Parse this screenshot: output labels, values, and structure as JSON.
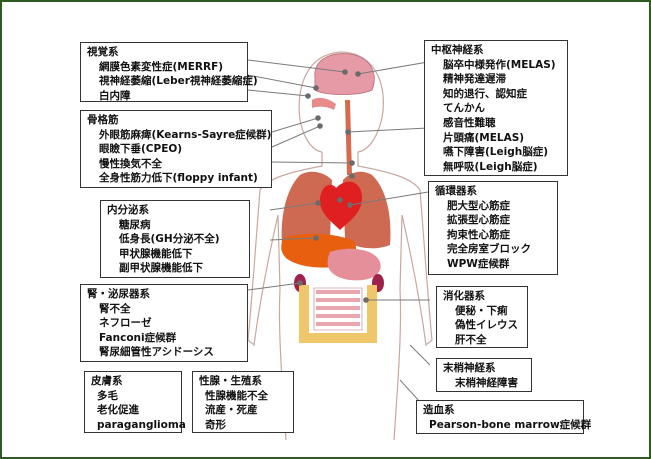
{
  "boxes": {
    "vision": {
      "heading": "視覚系",
      "items": [
        "網膜色素変性症(MERRF)",
        "視神経萎縮(Leber視神経萎縮症)",
        "白内障"
      ]
    },
    "skeletal_muscle": {
      "heading": "骨格筋",
      "items": [
        "外眼筋麻痺(Kearns-Sayre症候群)",
        "眼瞼下垂(CPEO)",
        "慢性換気不全",
        "全身性筋力低下(floppy infant)"
      ]
    },
    "endocrine": {
      "heading": "内分泌系",
      "items": [
        "糖尿病",
        "低身長(GH分泌不全)",
        "甲状腺機能低下",
        "副甲状腺機能低下"
      ]
    },
    "renal": {
      "heading": "腎・泌尿器系",
      "items": [
        "腎不全",
        "ネフローゼ",
        "Fanconi症候群",
        "腎尿細管性アシドーシス"
      ]
    },
    "skin": {
      "heading": "皮膚系",
      "items": [
        "多毛",
        "老化促進",
        "paraganglioma"
      ]
    },
    "reproductive": {
      "heading": "性腺・生殖系",
      "items": [
        "性腺機能不全",
        "流産・死産",
        "奇形"
      ]
    },
    "cns": {
      "heading": "中枢神経系",
      "items": [
        "脳卒中様発作(MELAS)",
        "精神発達遅滞",
        "知的退行、認知症",
        "てんかん",
        "感音性難聴",
        "片頭痛(MELAS)",
        "嚥下障害(Leigh脳症)",
        "無呼吸(Leigh脳症)"
      ]
    },
    "circulatory": {
      "heading": "循環器系",
      "items": [
        "肥大型心筋症",
        "拡張型心筋症",
        "拘束性心筋症",
        "完全房室ブロック",
        "WPW症候群"
      ]
    },
    "digestive": {
      "heading": "消化器系",
      "items": [
        "便秘・下痢",
        "偽性イレウス",
        "肝不全"
      ]
    },
    "peripheral": {
      "heading": "末梢神経系",
      "items": [
        "末梢神経障害"
      ]
    },
    "hematopoietic": {
      "heading": "造血系",
      "items": [
        "Pearson-bone marrow症候群"
      ]
    }
  },
  "colors": {
    "frame": "#2e5b1f",
    "brain": "#e59aa5",
    "lung": "#cf6a52",
    "heart": "#e02020",
    "liver": "#e8600f",
    "stomach": "#e58f9a",
    "intestine": "#f0c66a",
    "kidney": "#a0224a",
    "dot": "#6b6b6b"
  }
}
